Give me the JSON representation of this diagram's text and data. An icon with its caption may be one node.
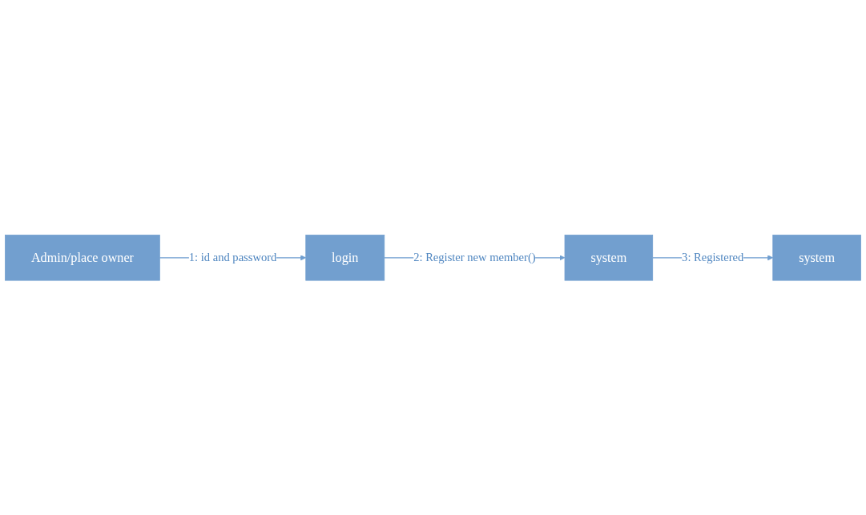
{
  "diagram": {
    "nodes": [
      {
        "text": [
          "login"
        ]
      },
      {
        "text": [
          "Admin/place owner"
        ]
      },
      {
        "text": [
          "system"
        ]
      },
      {
        "text": [
          "system"
        ]
      }
    ],
    "edges": [
      {
        "from": 1,
        "to": 0,
        "arrow": "to",
        "label": "1: id and password"
      },
      {
        "from": 0,
        "to": 2,
        "arrow": "to",
        "label": "2: Register new member()"
      },
      {
        "from": 2,
        "to": 3,
        "arrow": "to",
        "label": "3:  Registered"
      }
    ]
  }
}
